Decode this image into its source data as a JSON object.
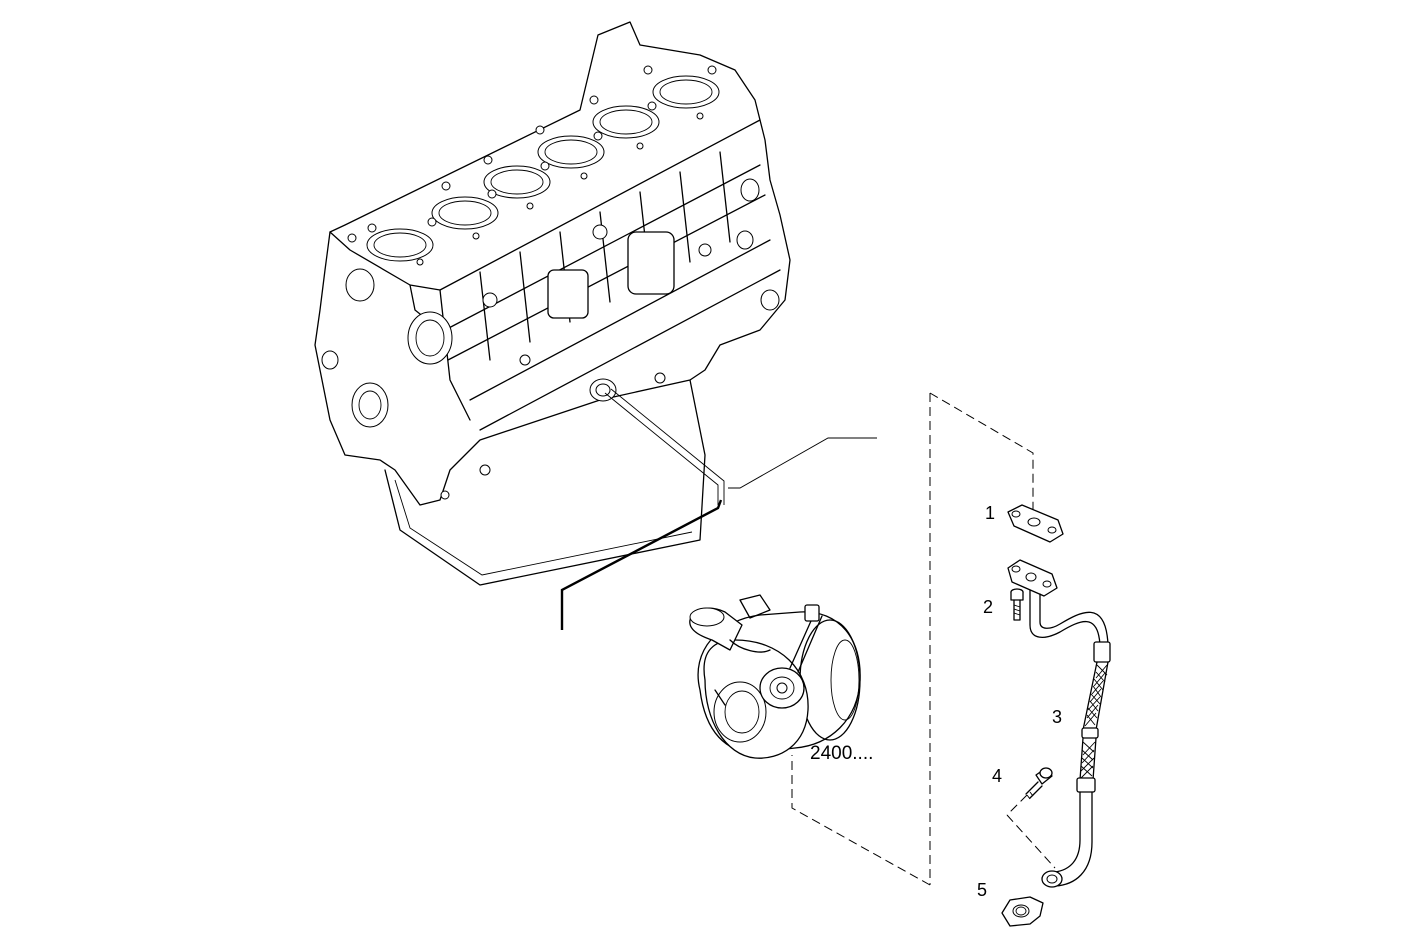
{
  "diagram": {
    "reference_label": "2400....",
    "callouts": [
      {
        "id": "1",
        "text": "1"
      },
      {
        "id": "2",
        "text": "2"
      },
      {
        "id": "3",
        "text": "3"
      },
      {
        "id": "4",
        "text": "4"
      },
      {
        "id": "5",
        "text": "5"
      }
    ],
    "components": [
      {
        "name": "engine-block",
        "icon": "engine-block-icon"
      },
      {
        "name": "turbocharger",
        "icon": "turbocharger-icon"
      },
      {
        "name": "gasket-flange",
        "icon": "gasket-icon"
      },
      {
        "name": "bolt",
        "icon": "bolt-icon"
      },
      {
        "name": "oil-drain-pipe",
        "icon": "pipe-icon"
      },
      {
        "name": "banjo-bolt",
        "icon": "bolt-icon"
      },
      {
        "name": "seal-gasket",
        "icon": "gasket-icon"
      }
    ],
    "line_color": "#000000",
    "background": "#ffffff"
  }
}
